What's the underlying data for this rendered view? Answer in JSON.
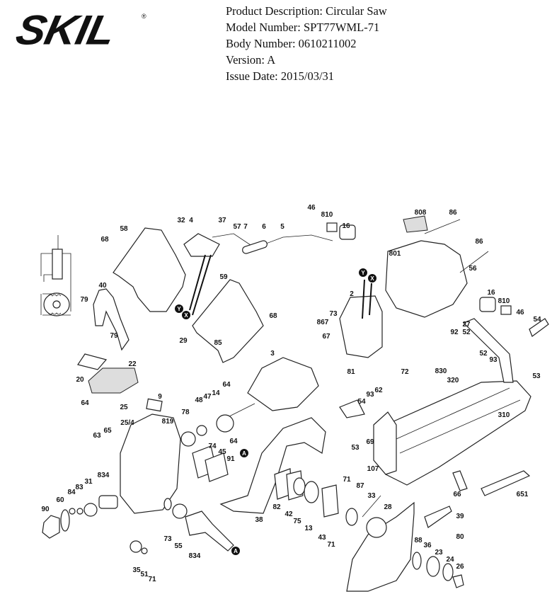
{
  "brand": {
    "logo": "SKIL",
    "registered": "®"
  },
  "info": {
    "product_description": "Product Description: Circular Saw",
    "model_number": "Model Number: SPT77WML-71",
    "body_number": "Body Number: 0610211002",
    "version": "Version: A",
    "issue_date": "Issue Date: 2015/03/31"
  },
  "diagram": {
    "part_labels": [
      "46",
      "810",
      "16",
      "808",
      "86",
      "86",
      "56",
      "16",
      "810",
      "46",
      "54",
      "92",
      "27",
      "52",
      "52",
      "93",
      "53",
      "801",
      "2",
      "73",
      "867",
      "67",
      "81",
      "72",
      "830",
      "320",
      "62",
      "93",
      "54",
      "53",
      "69",
      "310",
      "107",
      "66",
      "651",
      "71",
      "87",
      "33",
      "28",
      "39",
      "80",
      "88",
      "36",
      "23",
      "24",
      "26",
      "82",
      "42",
      "75",
      "13",
      "43",
      "71",
      "32",
      "4",
      "37",
      "57",
      "7",
      "6",
      "5",
      "58",
      "68",
      "59",
      "40",
      "79",
      "79",
      "29",
      "85",
      "68",
      "20",
      "22",
      "64",
      "64",
      "14",
      "47",
      "48",
      "78",
      "3",
      "9",
      "25",
      "25/4",
      "819",
      "63",
      "65",
      "64",
      "74",
      "45",
      "91",
      "834",
      "31",
      "83",
      "84",
      "60",
      "90",
      "38",
      "73",
      "55",
      "834",
      "35",
      "51",
      "71"
    ],
    "connector_markers": [
      "Y",
      "X",
      "Y",
      "X",
      "A",
      "A"
    ]
  }
}
